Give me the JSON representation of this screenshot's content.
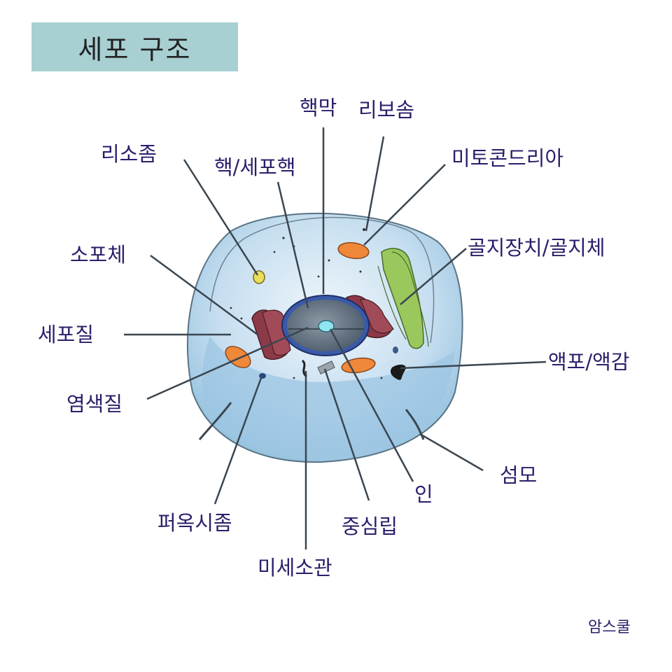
{
  "title": "세포 구조",
  "credit": "암스쿨",
  "labels": {
    "nuclear_membrane": "핵막",
    "ribosome": "리보솜",
    "lysosome": "리소좀",
    "nucleus": "핵/세포핵",
    "mitochondria": "미토콘드리아",
    "golgi": "골지장치/골지체",
    "vesicle": "소포체",
    "cytoplasm": "세포질",
    "vacuole": "액포/액감",
    "chromatin": "염색질",
    "cilia": "섬모",
    "nucleolus": "인",
    "peroxisome": "퍼옥시좀",
    "centriole": "중심립",
    "microtubule": "미세소관"
  },
  "colors": {
    "title_bg": "#a8cfd2",
    "label_text": "#2a1f6b",
    "leader_line": "#3a4650",
    "cell_fill": "#bcd9ec",
    "mitochondria": "#f0883a",
    "golgi": "#9ac85c",
    "endoplasmic_reticulum": "#8c3a48",
    "nucleus": "#3a5aa8"
  }
}
